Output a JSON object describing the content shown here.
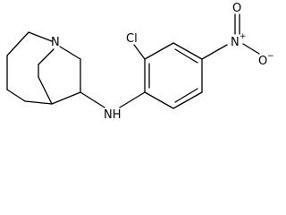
{
  "structure": {
    "atoms": {
      "quinuclidine_n": "N",
      "amine_nh": "NH",
      "chlorine": "Cl",
      "nitro_n": "N",
      "nitro_o_double": "O",
      "nitro_o_single": "O"
    },
    "charges": {
      "nitro_n_charge": "+",
      "nitro_o_charge": "−"
    }
  },
  "colors": {
    "bond": "#000000",
    "label": "#000000",
    "background": "#ffffff"
  }
}
